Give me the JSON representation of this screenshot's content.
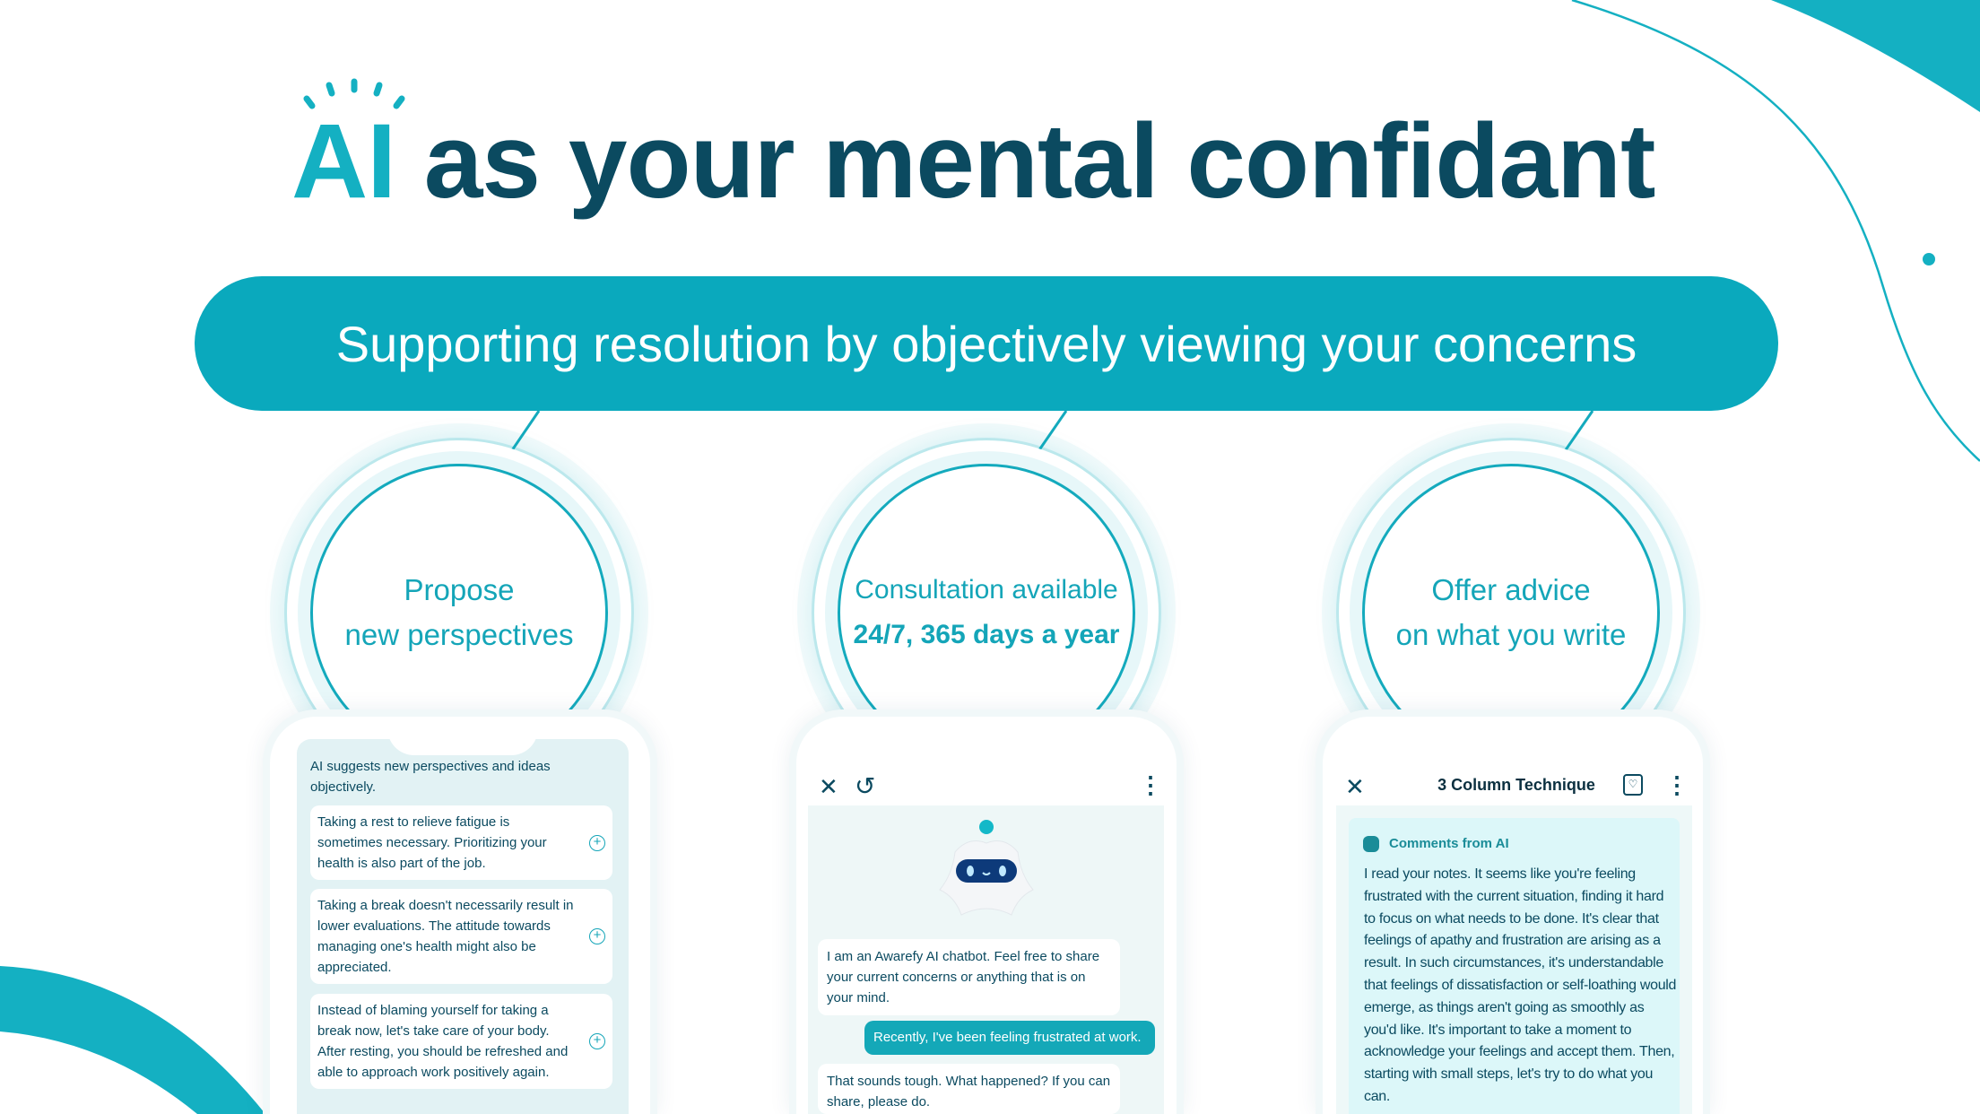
{
  "headline": {
    "accent": "AI",
    "rest": " as your mental confidant"
  },
  "banner": "Supporting resolution by objectively viewing your concerns",
  "features": [
    {
      "line1": "Propose",
      "line2": "new perspectives"
    },
    {
      "line1": "Consultation available",
      "line2": "24/7, 365 days a year"
    },
    {
      "line1": "Offer advice",
      "line2": "on what you write"
    }
  ],
  "phone1": {
    "intro": "AI suggests new perspectives and ideas objectively.",
    "cards": [
      "Taking a rest to relieve fatigue is sometimes necessary. Prioritizing your health is also part of the job.",
      "Taking a break doesn't necessarily result in lower evaluations. The attitude towards managing one's health might also be appreciated.",
      "Instead of blaming yourself for taking a break now, let's take care of your body. After resting, you should be refreshed and able to approach work positively again."
    ]
  },
  "phone2": {
    "messages": [
      {
        "from": "bot",
        "text": "I am an Awarefy AI chatbot. Feel free to share your current concerns or anything that is on your mind."
      },
      {
        "from": "user",
        "text": "Recently, I've been feeling frustrated at work."
      },
      {
        "from": "bot",
        "text": "That sounds tough. What happened? If you can share, please do."
      }
    ]
  },
  "phone3": {
    "title": "3 Column Technique",
    "comments_label": "Comments from AI",
    "comment": "I read your notes. It seems like you're feeling frustrated with the current situation, finding it hard to focus on what needs to be done. It's clear that feelings of apathy and frustration are arising as a result. In such circumstances, it's understandable that feelings of dissatisfaction or self-loathing would emerge, as things aren't going as smoothly as you'd like. It's important to take a moment to acknowledge your feelings and accept them. Then, starting with small steps, let's try to do what you can."
  },
  "colors": {
    "accent": "#14b0c2",
    "banner": "#0aa9bd",
    "dark": "#0b4a60"
  }
}
